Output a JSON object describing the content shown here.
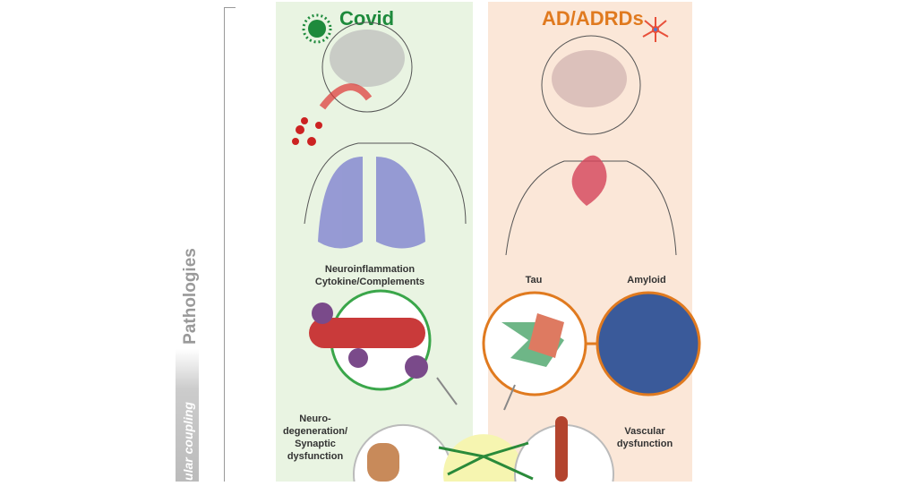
{
  "side_labels": {
    "pathologies": "Pathologies",
    "coupling": "ular coupling"
  },
  "panels": {
    "covid": {
      "title": "Covid",
      "color": "#1e8a3c",
      "bg": "#e9f4e2"
    },
    "ad": {
      "title": "AD/ADRDs",
      "color": "#e07a1f",
      "bg": "#fbe7d8"
    }
  },
  "labels": {
    "neuroinflammation": "Neuroinflammation",
    "cytokine": "Cytokine/Complements",
    "tau": "Tau",
    "amyloid": "Amyloid",
    "neuro1": "Neuro-",
    "neuro2": "degeneration/",
    "neuro3": "Synaptic",
    "neuro4": "dysfunction",
    "vascular1": "Vascular",
    "vascular2": "dysfunction"
  }
}
